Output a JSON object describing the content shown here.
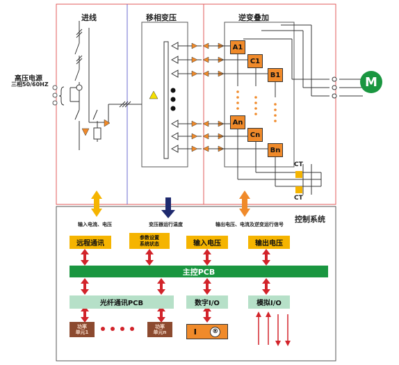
{
  "sections": {
    "incoming": "进线",
    "phase_shift": "移相变压",
    "inverter": "逆变叠加",
    "control": "控制系统"
  },
  "power_source": {
    "line1": "高压电源",
    "line2": "三相50/60HZ"
  },
  "motor": "M",
  "cells": {
    "a1": "A1",
    "c1": "C1",
    "b1": "B1",
    "an": "An",
    "cn": "Cn",
    "bn": "Bn"
  },
  "ct": [
    "CT",
    "CT"
  ],
  "signals": {
    "input_vi": "输入电流、电压",
    "xfmr_temp": "变压器运行温度",
    "output_signals": "输出电压、电流及逆变运行信号"
  },
  "control": {
    "remote_comm": "远程通讯",
    "params_line1": "参数设置",
    "params_line2": "系统状态",
    "input_voltage": "输入电压",
    "output_voltage": "输出电压",
    "main_pcb": "主控PCB",
    "fiber_pcb": "光纤通讯PCB",
    "digital_io": "数字I/O",
    "analog_io": "模拟I/O",
    "power_unit1_l1": "功率",
    "power_unit1_l2": "单元1",
    "power_unitn_l1": "功率",
    "power_unitn_l2": "单元n",
    "io_i": "I",
    "io_r": "®"
  },
  "colors": {
    "accent_orange": "#f08a2a",
    "control_yellow": "#f5b400",
    "main_green": "#1a9640",
    "arrow_red": "#d2232a",
    "arrow_navy": "#1f2a6e"
  }
}
